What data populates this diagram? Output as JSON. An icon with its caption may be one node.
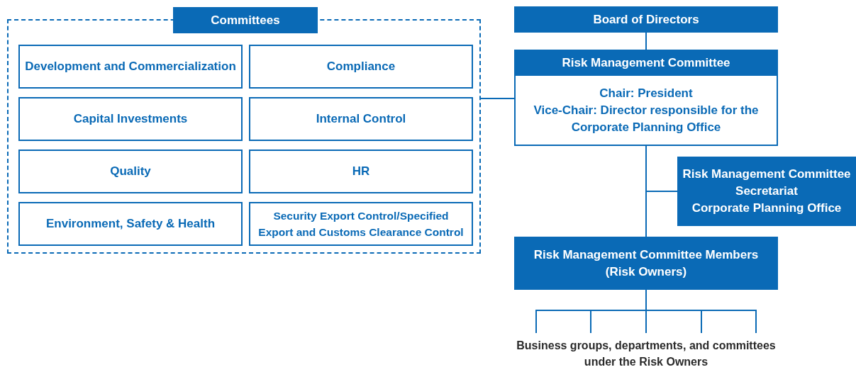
{
  "diagram": {
    "nodes": [
      {
        "text": [
          "Committees"
        ]
      },
      {
        "text": [
          "Development and Commercialization"
        ],
        "in": 0
      },
      {
        "text": [
          "Compliance"
        ],
        "in": 0
      },
      {
        "text": [
          "Capital Investments"
        ],
        "in": 0
      },
      {
        "text": [
          "Internal Control"
        ],
        "in": 0
      },
      {
        "text": [
          "Quality"
        ],
        "in": 0
      },
      {
        "text": [
          "HR"
        ],
        "in": 0
      },
      {
        "text": [
          "Environment, Safety & Health"
        ],
        "in": 0
      },
      {
        "text": [
          "Security Export Control/Specified Export and Customs Clearance Control"
        ],
        "in": 0
      },
      {
        "text": [
          "Board of Directors"
        ]
      },
      {
        "text": [
          "Risk Management Committee",
          "Chair: President",
          "Vice-Chair: Director responsible for the Corporate Planning Office"
        ]
      },
      {
        "text": [
          "Risk Management Committee Secretariat",
          "Corporate Planning Office"
        ]
      },
      {
        "text": [
          "Risk Management Committee Members (Risk Owners)"
        ]
      },
      {
        "text": [
          "Business groups, departments, and committees under the Risk Owners"
        ]
      }
    ],
    "edges": [
      {
        "from": 9,
        "to": 10,
        "arrow": "none"
      },
      {
        "from": 0,
        "to": 10,
        "arrow": "none"
      },
      {
        "from": 10,
        "to": 12,
        "arrow": "none"
      },
      {
        "from": 10,
        "to": 11,
        "arrow": "none"
      },
      {
        "from": 12,
        "to": 13,
        "arrow": "none"
      }
    ]
  }
}
